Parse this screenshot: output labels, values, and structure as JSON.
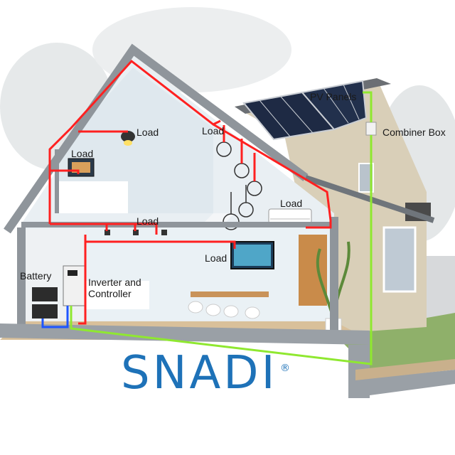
{
  "labels": {
    "pv_panels": "PV Panels",
    "combiner_box": "Combiner Box",
    "load": "Load",
    "battery": "Battery",
    "inverter": "Inverter and Controller"
  },
  "logo": {
    "text": "SNADI",
    "reg": "®"
  },
  "colors": {
    "ac_wire": "#ff2020",
    "dc_wire": "#8fe830",
    "battery_wire": "#1e55ff",
    "brand": "#1e72b8",
    "roof": "#8a8f96",
    "wall": "#c3c6ca"
  }
}
